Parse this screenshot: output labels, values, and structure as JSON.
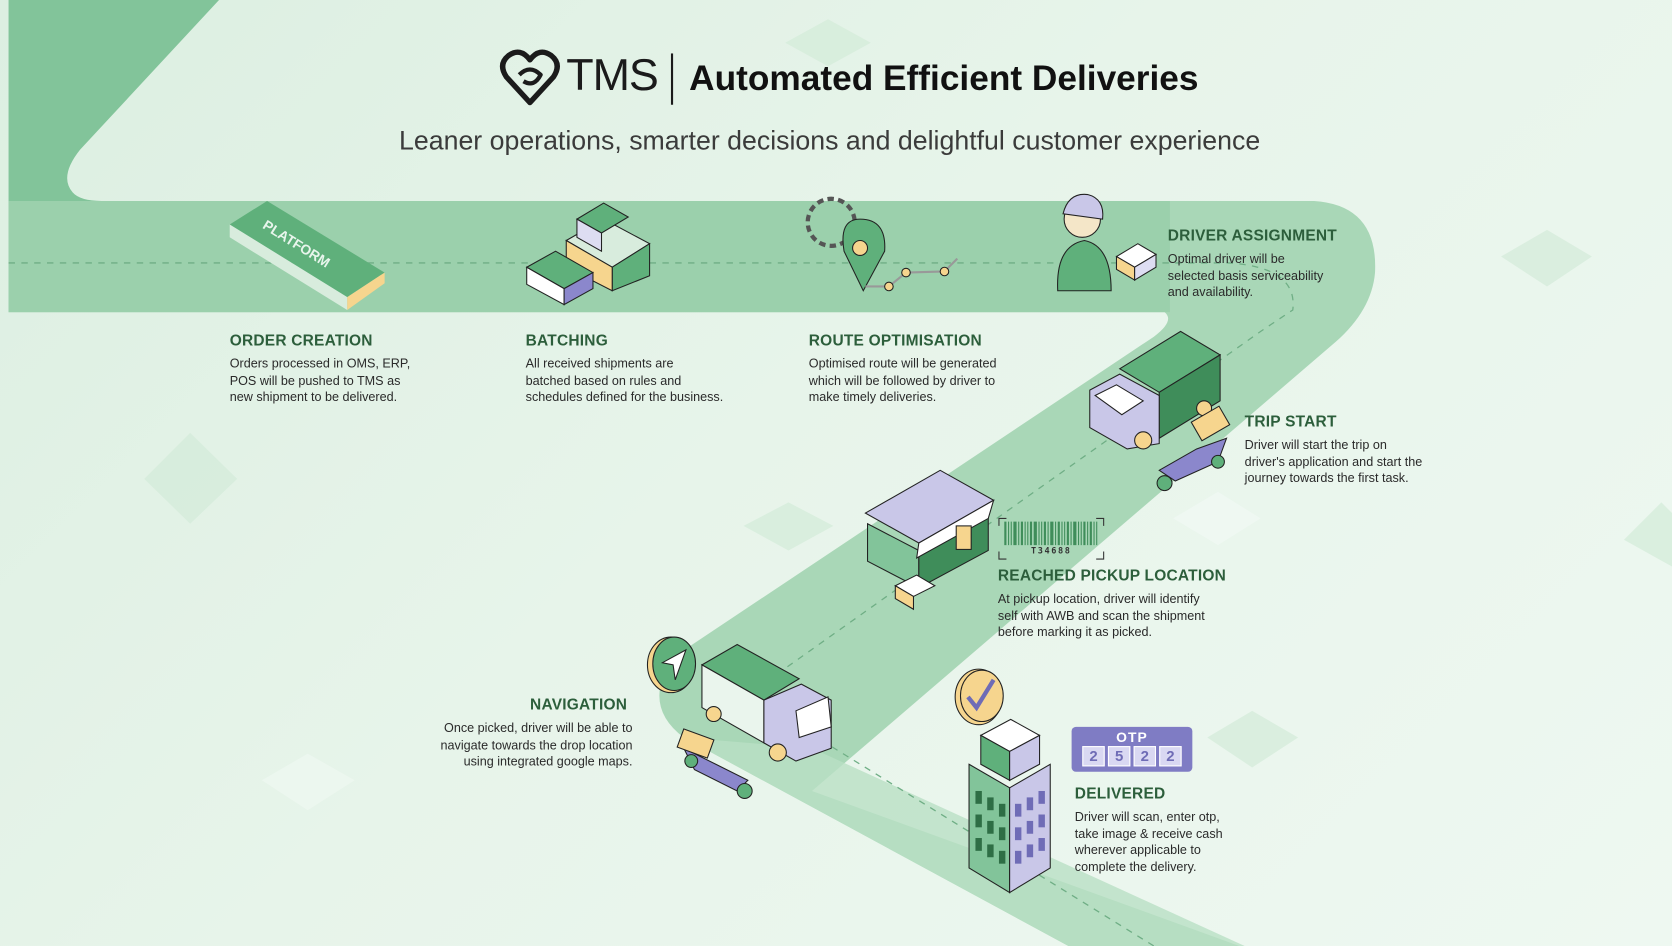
{
  "header": {
    "brand": "TMS",
    "title": "Automated Efficient Deliveries",
    "subtitle": "Leaner operations, smarter decisions and delightful customer experience"
  },
  "illustrations": {
    "platform_label": "PLATFORM",
    "barcode_text": "T34688",
    "otp_label": "OTP",
    "otp_digits": [
      "2",
      "5",
      "2",
      "2"
    ]
  },
  "steps": [
    {
      "title": "ORDER CREATION",
      "lines": [
        "Orders processed in OMS, ERP,",
        "POS will be pushed to TMS as",
        "new shipment to be delivered."
      ]
    },
    {
      "title": "BATCHING",
      "lines": [
        "All received shipments are",
        "batched based on rules and",
        "schedules defined for the business."
      ]
    },
    {
      "title": "ROUTE OPTIMISATION",
      "lines": [
        "Optimised route will be generated",
        "which will be followed by driver to",
        "make timely deliveries."
      ]
    },
    {
      "title": "DRIVER ASSIGNMENT",
      "lines": [
        "Optimal driver will be",
        "selected basis serviceability",
        "and availability."
      ]
    },
    {
      "title": "TRIP START",
      "lines": [
        "Driver will start the trip on",
        "driver's application and start the",
        "journey towards the first task."
      ]
    },
    {
      "title": "REACHED PICKUP LOCATION",
      "lines": [
        "At pickup location, driver will identify",
        "self with AWB and scan the shipment",
        "before marking it as picked."
      ]
    },
    {
      "title": "NAVIGATION",
      "lines": [
        "Once picked, driver will be able to",
        "navigate towards the drop location",
        "using integrated google maps."
      ]
    },
    {
      "title": "DELIVERED",
      "lines": [
        "Driver will scan, enter otp,",
        "take image & receive cash",
        "wherever applicable to",
        "complete the delivery."
      ]
    }
  ],
  "colors": {
    "heading": "#2c5e3b",
    "road": "#a9d7b7",
    "accent_green": "#5fb07b",
    "lavender": "#8b87cc",
    "yellow": "#f6d58e"
  }
}
